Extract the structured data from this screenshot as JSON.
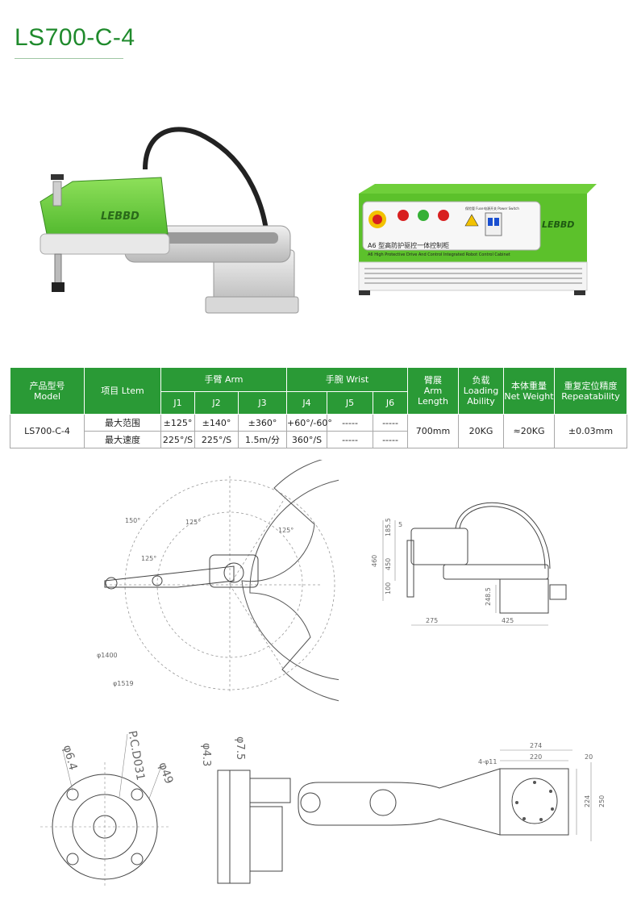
{
  "page": {
    "title": "LS700-C-4"
  },
  "cabinet": {
    "title_cn": "A6 型高防护驱控一体控制柜",
    "title_en": "A6 High Protective Drive And Control Integrated Robot Control Cabinet",
    "fuse_label": "保险管 Fuse",
    "power_label": "电源开关 Power Switch",
    "logo": "LEBBD"
  },
  "robot": {
    "logo": "LEBBD"
  },
  "table": {
    "h_model_cn": "产品型号",
    "h_model_en": "Model",
    "h_item": "项目 Ltem",
    "h_arm": "手臂 Arm",
    "h_wrist": "手腕 Wrist",
    "joints": [
      "J1",
      "J2",
      "J3",
      "J4",
      "J5",
      "J6"
    ],
    "h_length_cn": "臂展",
    "h_length_en1": "Arm",
    "h_length_en2": "Length",
    "h_load_cn": "负载",
    "h_load_en1": "Loading",
    "h_load_en2": "Ability",
    "h_weight_cn": "本体重量",
    "h_weight_en": "Net Weight",
    "h_repeat_cn": "重复定位精度",
    "h_repeat_en": "Repeatability",
    "model": "LS700-C-4",
    "row1_label": "最大范围",
    "row2_label": "最大速度",
    "range": [
      "±125°",
      "±140°",
      "±360°",
      "+60°/-60°",
      "-----",
      "-----"
    ],
    "speed": [
      "225°/S",
      "225°/S",
      "1.5m/分",
      "360°/S",
      "-----",
      "-----"
    ],
    "arm_length": "700mm",
    "load": "20KG",
    "weight": "≈20KG",
    "repeatability": "±0.03mm"
  },
  "drawings": {
    "top_view": {
      "a1": "150°",
      "a2": "125°",
      "a3": "125°",
      "a4": "125°",
      "d1": "φ1400",
      "d2": "φ1519"
    },
    "side_view": {
      "h1": "460",
      "h2": "450",
      "h3": "185.5",
      "h4": "5",
      "h5": "100",
      "h6": "248.5",
      "w1": "275",
      "w2": "425"
    },
    "flange": {
      "d1": "φ6.4",
      "d2": "P.C.D031",
      "d3": "φ49"
    },
    "section": {
      "d1": "φ4.3",
      "d2": "φ7.5"
    },
    "plan": {
      "w1": "274",
      "w2": "220",
      "w3": "20",
      "h1": "224",
      "h2": "250",
      "holes": "4-φ11"
    }
  }
}
